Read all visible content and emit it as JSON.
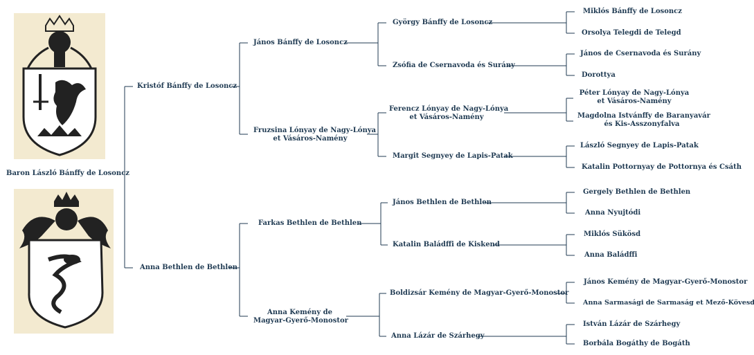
{
  "subject": "Baron László Bánffy de Losoncz",
  "parents": {
    "father": "Kristóf Bánffy de Losoncz",
    "mother": "Anna Bethlen de Bethlen"
  },
  "grandparents": {
    "ff": "János Bánffy de Losoncz",
    "fm": [
      "Fruzsina Lónyay de Nagy-Lónya",
      "et Vásáros-Namény"
    ],
    "mf": "Farkas Bethlen de Bethlen",
    "mm": [
      "Anna Kemény de",
      "Magyar-Gyerő-Monostor"
    ]
  },
  "great_grandparents": {
    "fff": "György Bánffy de Losoncz",
    "ffm": "Zsófia de Csernavoda és Surány",
    "fmf": [
      "Ferencz Lónyay de Nagy-Lónya",
      "et Vásáros-Namény"
    ],
    "fmm": "Margit Segnyey de Lapis-Patak",
    "mff": "János Bethlen de Bethlen",
    "mfm": "Katalin Baládffi de Kiskend",
    "mmf": "Boldizsár Kemény de Magyar-Gyerő-Monostor",
    "mmm": "Anna Lázár de Szárhegy"
  },
  "gg_grandparents": {
    "f1": "Miklós Bánffy de Losoncz",
    "m1": "Orsolya Telegdi de Telegd",
    "f2": "János de Csernavoda és Surány",
    "m2": "Dorottya",
    "f3": [
      "Péter Lónyay de Nagy-Lónya",
      "et Vásáros-Namény"
    ],
    "m3": [
      "Magdolna Istvánffy de Baranyavár",
      "és Kis-Asszonyfalva"
    ],
    "f4": "László Segnyey de Lapis-Patak",
    "m4": "Katalin Pottornyay de Pottornya és Csáth",
    "f5": "Gergely Bethlen de Bethlen",
    "m5": "Anna Nyujtódi",
    "f6": "Miklós Sükösd",
    "m6": "Anna Baládffi",
    "f7": "János Kemény de Magyar-Gyerő-Monostor",
    "m7": "Anna Sarmasági de Sarmaság et Mező-Kövesd",
    "f8": "István Lázár de Szárhegy",
    "m8": "Borbála Bogáthy de Bogáth"
  },
  "colors": {
    "line": "#1f3a52",
    "text": "#1f3a52",
    "coa_bg": "#f3ead0"
  },
  "icons": [
    "coat-of-arms-banffy-icon",
    "coat-of-arms-bethlen-icon"
  ]
}
